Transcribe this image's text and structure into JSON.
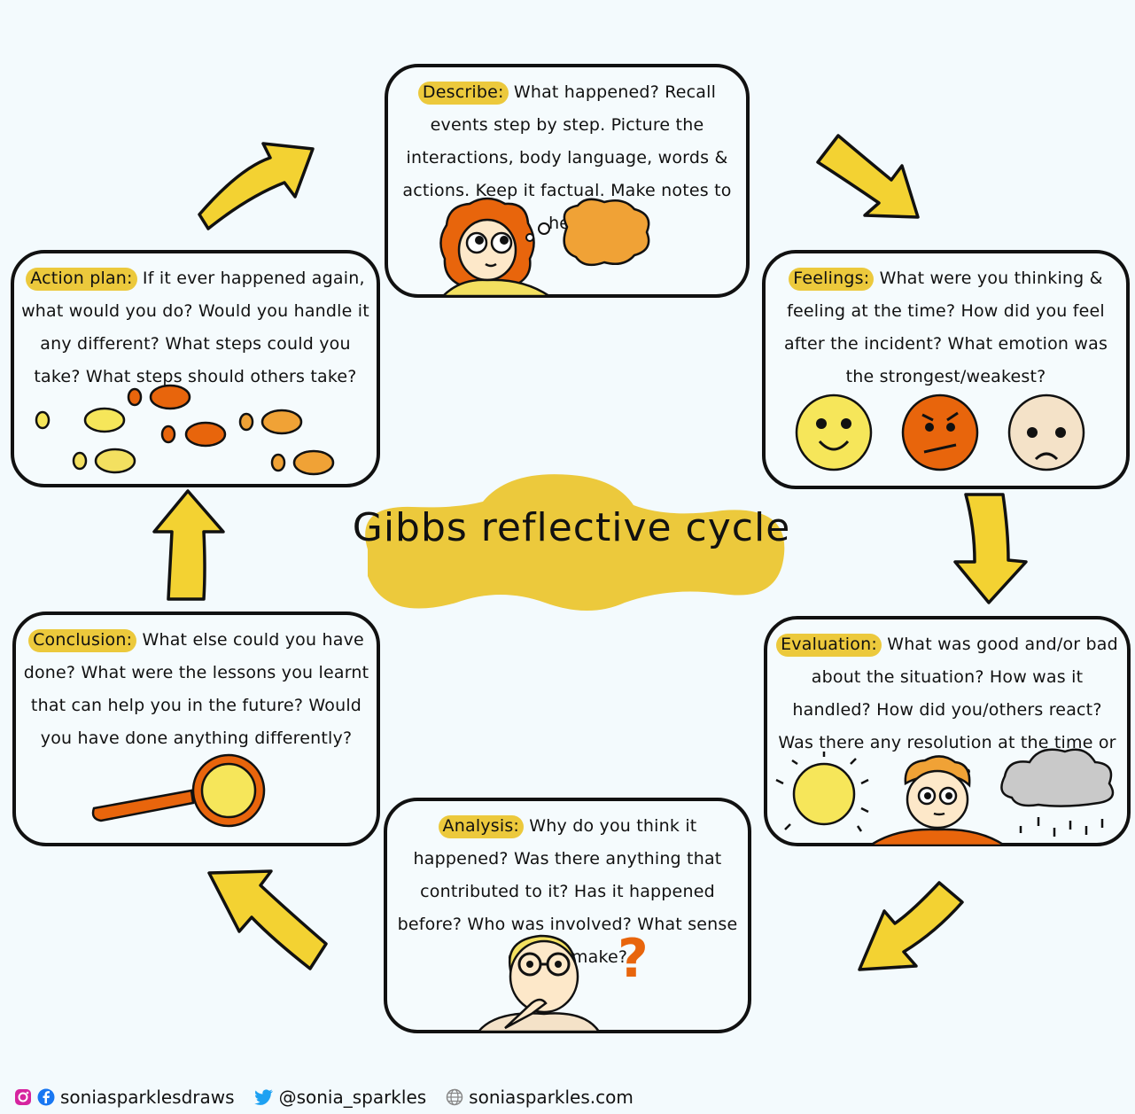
{
  "title": "Gibbs reflective cycle",
  "stages": {
    "describe": {
      "label": "Describe:",
      "text": "What happened? Recall events step by step. Picture the interactions, body language, words & actions. Keep it factual. Make notes to help"
    },
    "feelings": {
      "label": "Feelings:",
      "text": "What were you thinking & feeling at the time? How did you feel after the incident? What emotion was the strongest/weakest?"
    },
    "evaluation": {
      "label": "Evaluation:",
      "text": "What was good and/or bad about the situation? How was it handled? How did you/others react? Was there any resolution at the time or later?"
    },
    "analysis": {
      "label": "Analysis:",
      "text": "Why do you think it happened? Was there anything that contributed to it? Has it happened before? Who was involved? What sense do you make?"
    },
    "conclusion": {
      "label": "Conclusion:",
      "text": "What else could you have done? What were the lessons you learnt that can help you in the future? Would you have done anything differently?"
    },
    "action_plan": {
      "label": "Action plan:",
      "text": "If it ever happened again, what would you do? Would you handle it any different? What steps could you take? What steps should others take?"
    }
  },
  "question_mark": "?",
  "footer": {
    "instagram_facebook": "soniasparklesdraws",
    "twitter": "@sonia_sparkles",
    "website": "soniasparkles.com"
  },
  "colors": {
    "highlight": "#ecc93c",
    "arrow": "#f3d232",
    "orange": "#e8650c",
    "light_orange": "#f0a236",
    "yellow": "#f6e65a",
    "background": "#f3fafd"
  },
  "icons": [
    "instagram-icon",
    "facebook-icon",
    "twitter-icon",
    "globe-icon"
  ]
}
